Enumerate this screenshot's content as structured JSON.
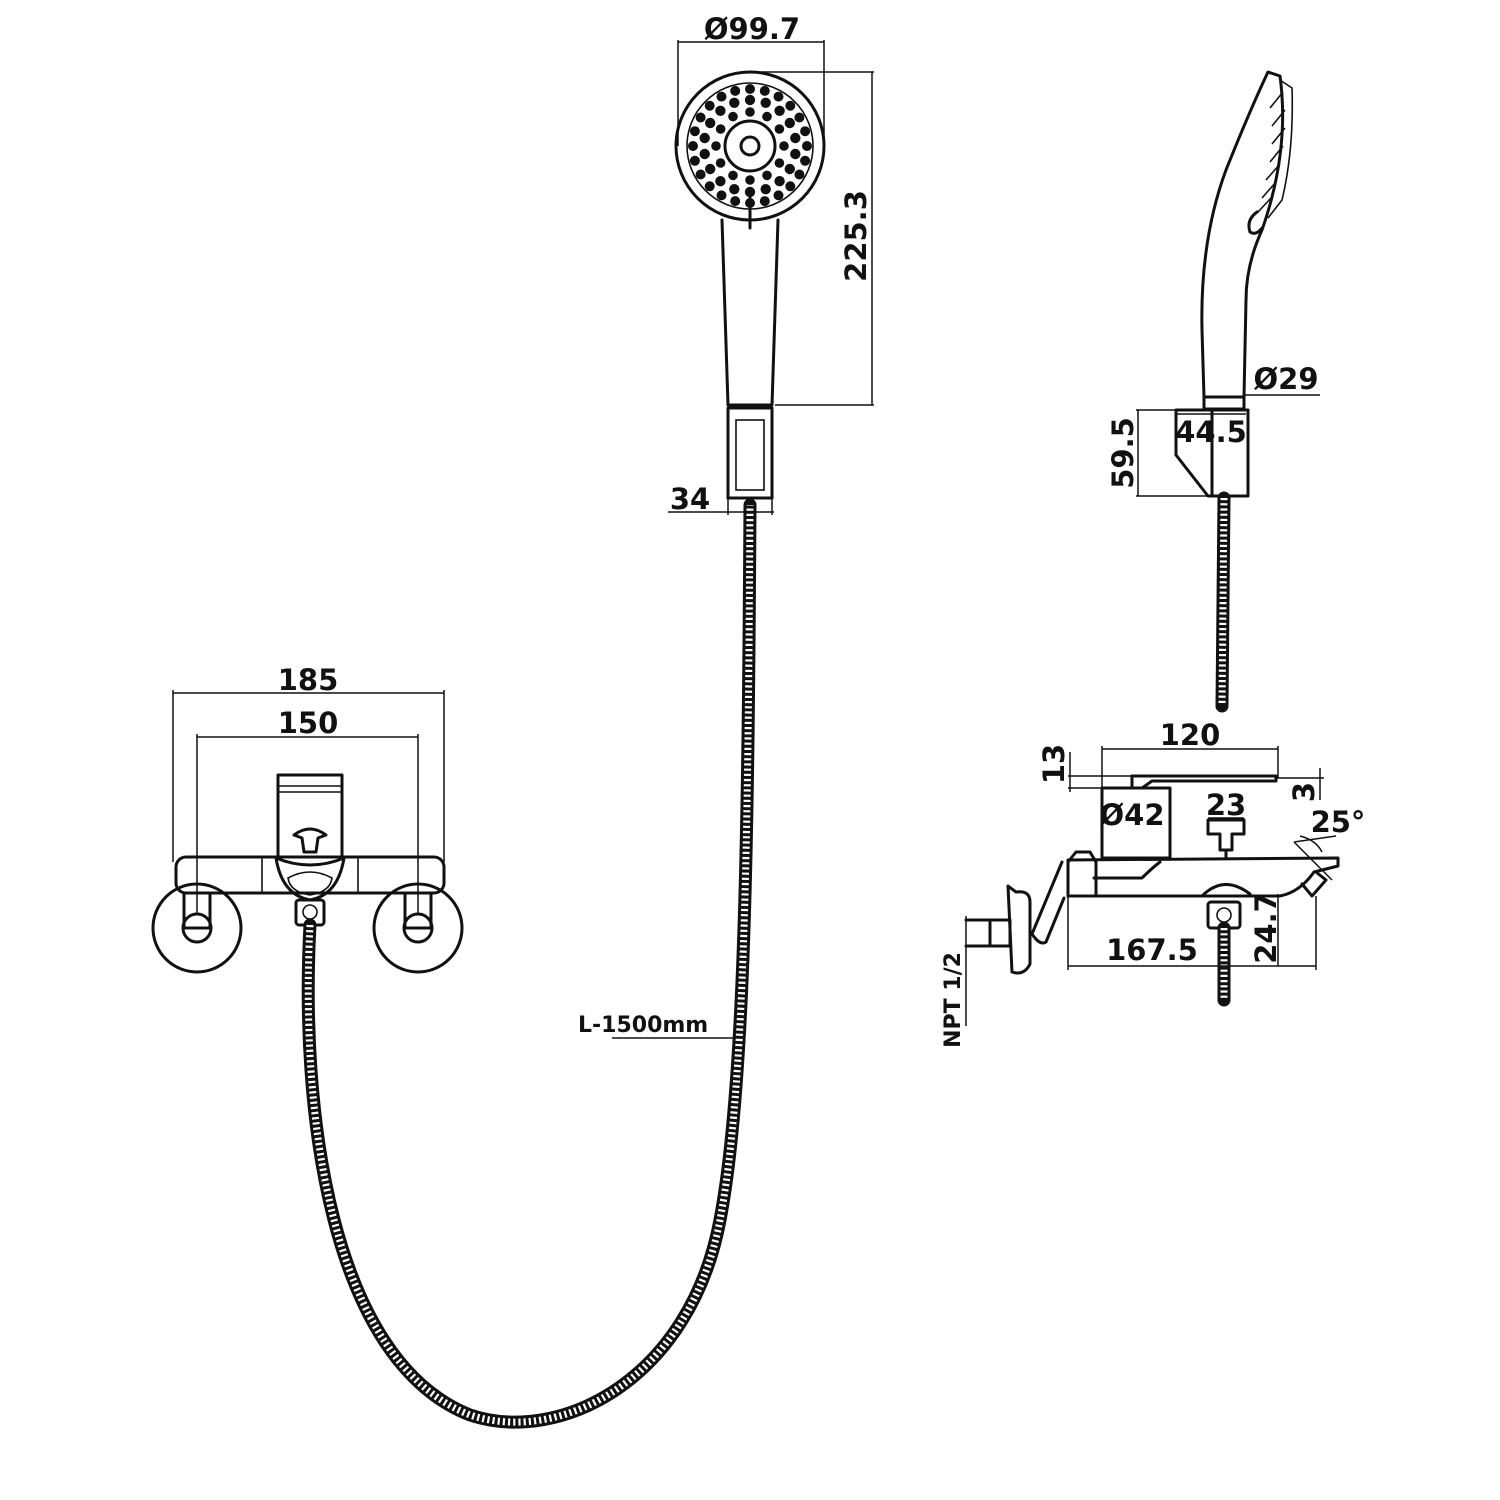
{
  "colors": {
    "line": "#111111",
    "background": "#ffffff"
  },
  "front_view": {
    "overall_width": "185",
    "mount_centers": "150",
    "hose_length": "L-1500mm"
  },
  "hand_shower": {
    "head_diameter": "Ø99.7",
    "total_length": "225.3",
    "holder_width": "34"
  },
  "side_view": {
    "handle_diameter": "Ø29",
    "holder_height": "59.5",
    "holder_depth": "44.5"
  },
  "mixer_side": {
    "lever_length": "120",
    "lever_height": "13",
    "lever_offset": "3",
    "cartridge_diameter": "Ø42",
    "diverter_width": "23",
    "spout_angle": "25°",
    "inlet_thread": "NPT 1/2",
    "body_length": "167.5",
    "spout_height": "24.7"
  }
}
